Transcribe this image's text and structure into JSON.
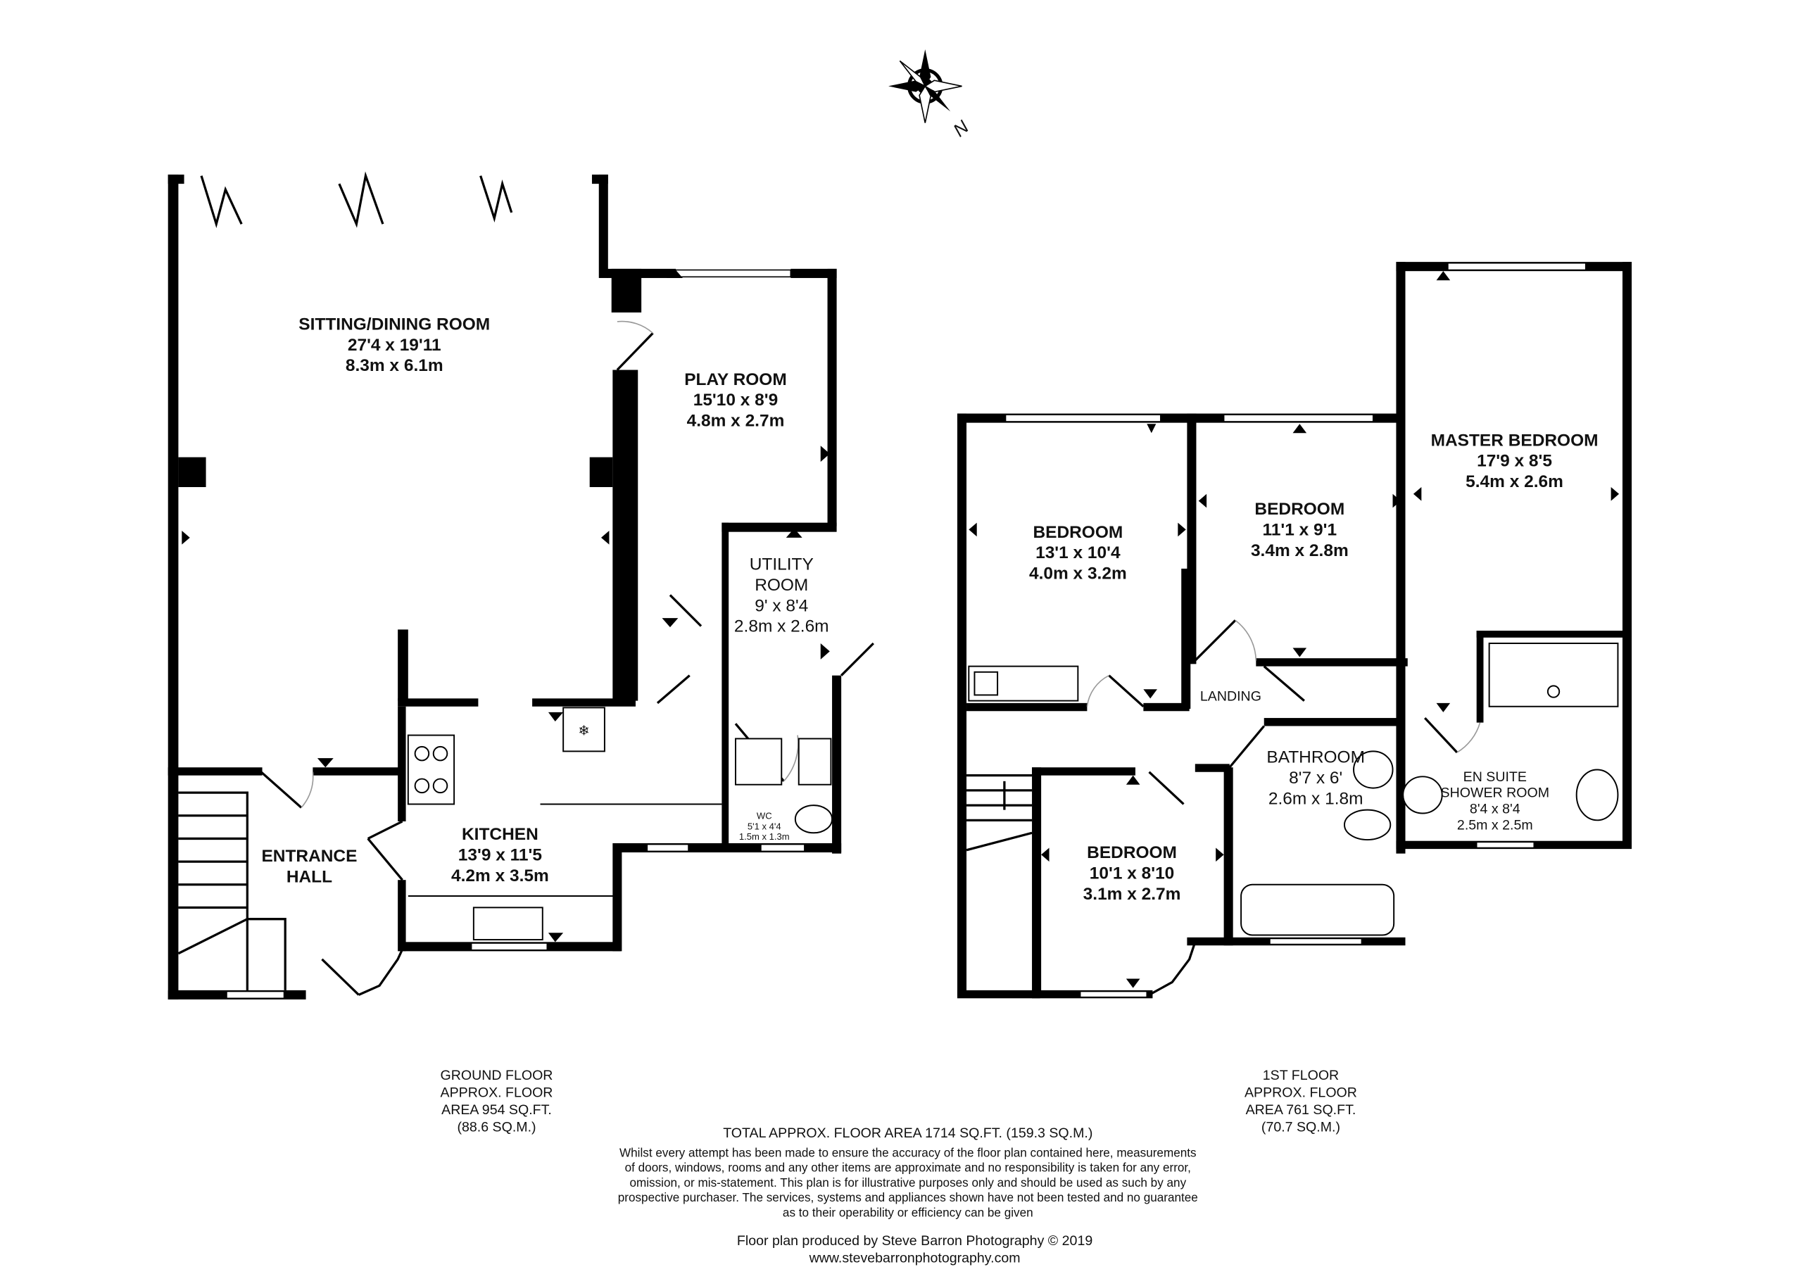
{
  "compass": {
    "north_label": "N"
  },
  "ground_floor": {
    "rooms": [
      {
        "name": "SITTING/DINING ROOM",
        "imperial": "27'4 x 19'11",
        "metric": "8.3m x 6.1m"
      },
      {
        "name": "PLAY ROOM",
        "imperial": "15'10 x 8'9",
        "metric": "4.8m x 2.7m"
      },
      {
        "name": "UTILITY",
        "name2": "ROOM",
        "imperial": "9' x 8'4",
        "metric": "2.8m x 2.6m"
      },
      {
        "name": "WC",
        "imperial": "5'1 x 4'4",
        "metric": "1.5m x 1.3m"
      },
      {
        "name": "KITCHEN",
        "imperial": "13'9 x 11'5",
        "metric": "4.2m x 3.5m"
      },
      {
        "name": "ENTRANCE",
        "name2": "HALL"
      }
    ],
    "summary": [
      "GROUND FLOOR",
      "APPROX. FLOOR",
      "AREA 954 SQ.FT.",
      "(88.6 SQ.M.)"
    ]
  },
  "first_floor": {
    "rooms": [
      {
        "name": "BEDROOM",
        "imperial": "13'1 x 10'4",
        "metric": "4.0m x 3.2m"
      },
      {
        "name": "BEDROOM",
        "imperial": "11'1 x 9'1",
        "metric": "3.4m x 2.8m"
      },
      {
        "name": "MASTER BEDROOM",
        "imperial": "17'9 x 8'5",
        "metric": "5.4m x 2.6m"
      },
      {
        "name": "LANDING"
      },
      {
        "name": "BATHROOM",
        "imperial": "8'7 x 6'",
        "metric": "2.6m x 1.8m"
      },
      {
        "name": "EN SUITE",
        "name2": "SHOWER ROOM",
        "imperial": "8'4 x 8'4",
        "metric": "2.5m x 2.5m"
      },
      {
        "name": "BEDROOM",
        "imperial": "10'1 x 8'10",
        "metric": "3.1m x 2.7m"
      }
    ],
    "summary": [
      "1ST FLOOR",
      "APPROX. FLOOR",
      "AREA 761 SQ.FT.",
      "(70.7 SQ.M.)"
    ]
  },
  "footer": {
    "total": "TOTAL APPROX. FLOOR AREA 1714 SQ.FT. (159.3 SQ.M.)",
    "disclaimer": [
      "Whilst every attempt has been made to ensure the accuracy of the floor plan contained here, measurements",
      "of doors, windows, rooms and any other items are approximate and no responsibility is taken for any error,",
      "omission, or mis-statement. This plan is for illustrative purposes only and should be used as such by any",
      "prospective purchaser. The services, systems and appliances shown have not been tested and no guarantee",
      "as to their operability or efficiency can be given"
    ],
    "credit": "Floor plan produced by Steve Barron Photography © 2019",
    "website": "www.stevebarronphotography.com"
  }
}
